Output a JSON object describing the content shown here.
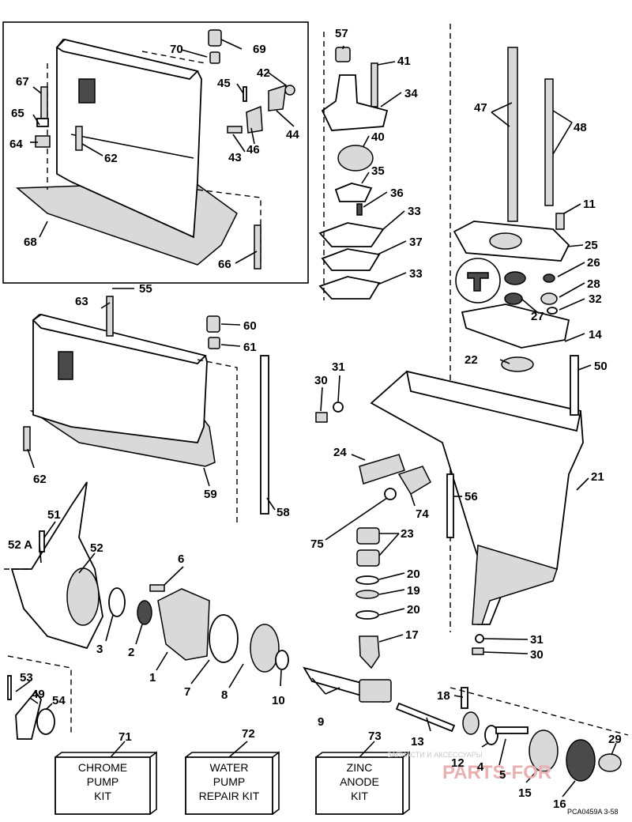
{
  "diagram": {
    "callouts": {
      "c1": "1",
      "c2": "2",
      "c3": "3",
      "c4": "4",
      "c5": "5",
      "c6": "6",
      "c7": "7",
      "c8": "8",
      "c9": "9",
      "c10": "10",
      "c11": "11",
      "c12": "12",
      "c13": "13",
      "c14": "14",
      "c15": "15",
      "c16": "16",
      "c17": "17",
      "c18": "18",
      "c19": "19",
      "c20a": "20",
      "c20b": "20",
      "c21": "21",
      "c22": "22",
      "c23": "23",
      "c24": "24",
      "c25": "25",
      "c26": "26",
      "c27": "27",
      "c28": "28",
      "c29": "29",
      "c30a": "30",
      "c30b": "30",
      "c31a": "31",
      "c31b": "31",
      "c32": "32",
      "c33a": "33",
      "c33b": "33",
      "c34": "34",
      "c35": "35",
      "c36": "36",
      "c37": "37",
      "c40": "40",
      "c41": "41",
      "c42": "42",
      "c43": "43",
      "c44": "44",
      "c45": "45",
      "c46": "46",
      "c47": "47",
      "c48": "48",
      "c49": "49",
      "c50": "50",
      "c51": "51",
      "c52": "52",
      "c52a": "52 A",
      "c53": "53",
      "c54": "54",
      "c55": "55",
      "c56": "56",
      "c57": "57",
      "c58": "58",
      "c59": "59",
      "c60": "60",
      "c61": "61",
      "c62a": "62",
      "c62b": "62",
      "c63": "63",
      "c64": "64",
      "c65": "65",
      "c66": "66",
      "c67": "67",
      "c68": "68",
      "c69": "69",
      "c70": "70",
      "c71": "71",
      "c72": "72",
      "c73": "73",
      "c74": "74",
      "c75": "75"
    },
    "kits": {
      "chrome": [
        "CHROME",
        "PUMP",
        "KIT"
      ],
      "water": [
        "WATER",
        "PUMP",
        "REPAIR KIT"
      ],
      "zinc": [
        "ZINC",
        "ANODE",
        "KIT"
      ]
    },
    "figure_code": "PCA0459A   3-58",
    "watermark_text": "ЗАПЧАСТИ И АКСЕССУАРЫ",
    "watermark_logo": "PARTS-FOR"
  }
}
